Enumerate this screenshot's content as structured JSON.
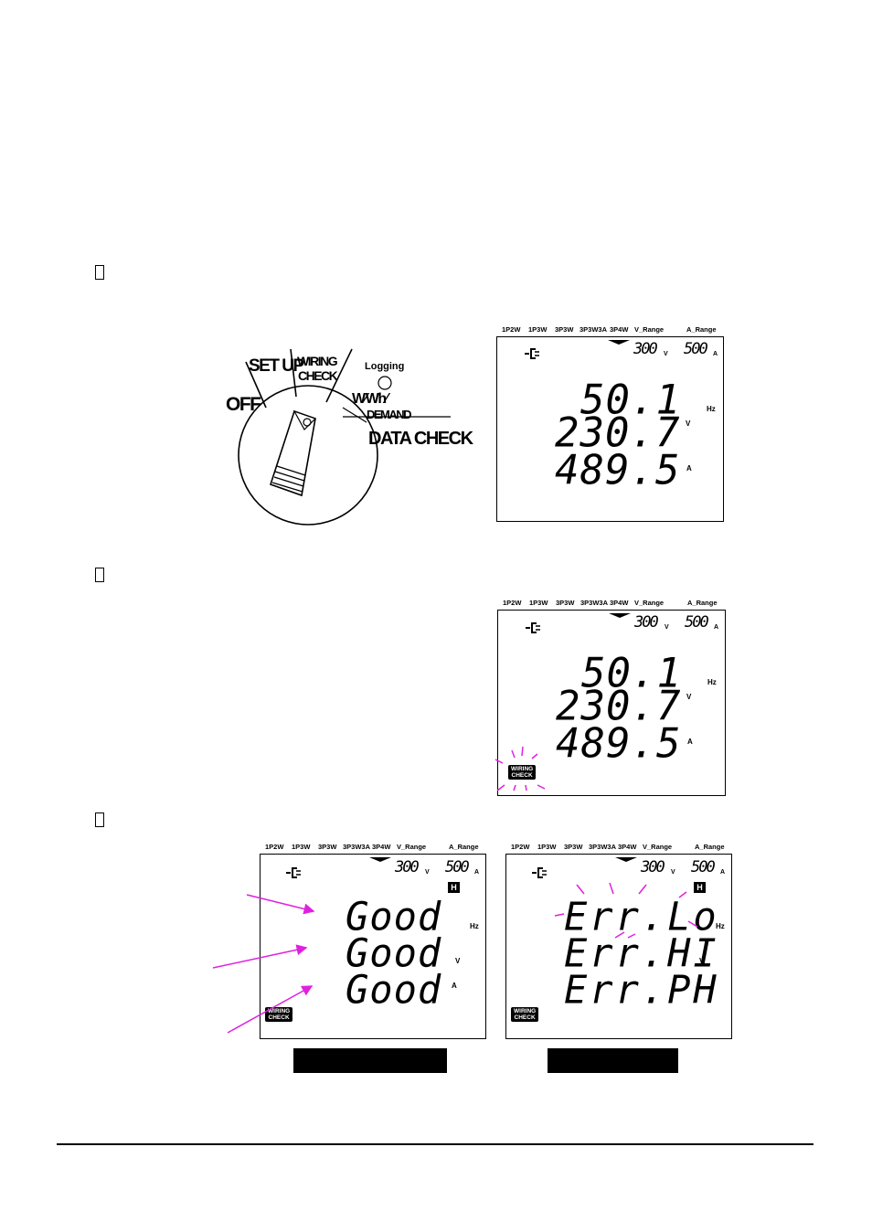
{
  "dial": {
    "off": "OFF",
    "setup": "SET UP",
    "wiring_check_1": "WIRING",
    "wiring_check_2": "CHECK",
    "logging": "Logging",
    "w_wh": "W∕Wh∕",
    "demand": "DEMAND",
    "data_check": "DATA CHECK"
  },
  "lcd_header": {
    "items": [
      "1P2W",
      "1P3W",
      "3P3W",
      "3P3W3A",
      "3P4W",
      "V_Range",
      "A_Range"
    ]
  },
  "ranges": {
    "voltage": "300",
    "voltage_unit": "V",
    "current": "500",
    "current_unit": "A"
  },
  "units": {
    "hz": "Hz",
    "v": "V",
    "a": "A"
  },
  "lcd1": {
    "row1": "50.1",
    "row2": "230.7",
    "row3": "489.5"
  },
  "lcd2": {
    "row1": "50.1",
    "row2": "230.7",
    "row3": "489.5",
    "badge1": "WIRING",
    "badge2": "CHECK"
  },
  "lcd3": {
    "row1": "Good",
    "row2": "Good",
    "row3": "Good",
    "h": "H",
    "badge1": "WIRING",
    "badge2": "CHECK"
  },
  "lcd4": {
    "row1": "Err.Lo",
    "row2": "Err.HI",
    "row3": "Err.PH",
    "h": "H",
    "badge1": "WIRING",
    "badge2": "CHECK"
  },
  "colors": {
    "highlight": "#e020e0",
    "ink": "#000000"
  }
}
